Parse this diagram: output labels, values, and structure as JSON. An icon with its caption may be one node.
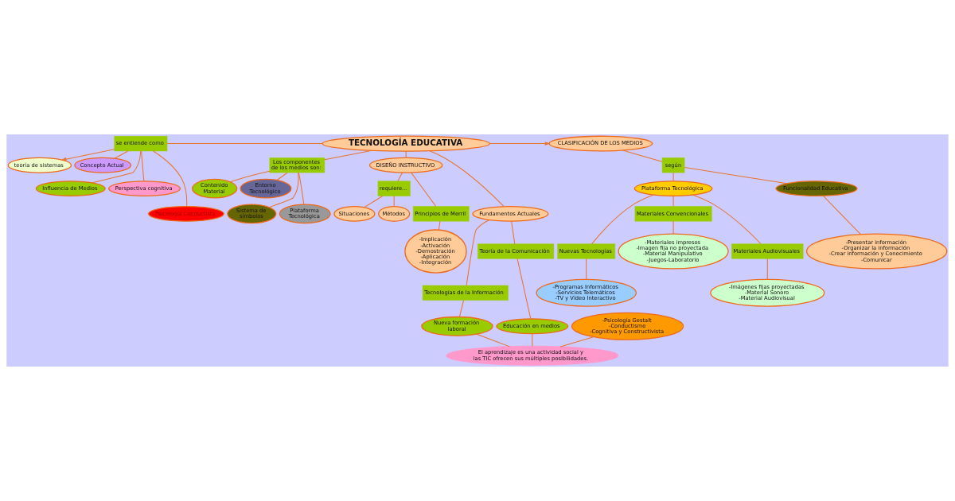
{
  "diagram": {
    "nodes": [
      {
        "text": [
          "TECNOLOGÍA EDUCATIVA"
        ]
      },
      {
        "text": [
          "se entiende como"
        ]
      },
      {
        "text": [
          "CLASIFICACIÓN DE LOS MEDIOS"
        ]
      },
      {
        "text": [
          "teoría de sistemas"
        ]
      },
      {
        "text": [
          "Concepto Actual"
        ]
      },
      {
        "text": [
          "Influencia de Medios"
        ]
      },
      {
        "text": [
          "Los componentes de los medios son:"
        ]
      },
      {
        "text": [
          "DISEÑO INSTRUCTIVO"
        ]
      },
      {
        "text": [
          "según"
        ]
      },
      {
        "text": [
          "Perspectiva cognitiva"
        ]
      },
      {
        "text": [
          "Plataforma Tecnológica"
        ]
      },
      {
        "text": [
          "Funcionalidad Educativa"
        ]
      },
      {
        "text": [
          "Materiales Convencionales"
        ]
      },
      {
        "text": [
          "Contenido Material"
        ]
      },
      {
        "text": [
          "Entorno Tecnológico"
        ]
      },
      {
        "text": [
          "Psicología Conductista"
        ]
      },
      {
        "text": [
          "Sistema de símbolos"
        ]
      },
      {
        "text": [
          "Plataforma Tecnológica"
        ]
      },
      {
        "text": [
          "requiere..."
        ]
      },
      {
        "text": [
          "-Materiales impresos -Imagen fija no proyectada -Material Manipulativo -Juegos-Laboratorio"
        ]
      },
      {
        "text": [
          "Materiales Audiovisuales"
        ]
      },
      {
        "text": [
          "Nuevas Tecnologías"
        ]
      },
      {
        "text": [
          "-Presentar información -Organizar la información -Crear información y Conocimiento -Comunicar"
        ]
      },
      {
        "text": [
          "Fundamentos Actuales"
        ]
      },
      {
        "text": [
          "Métodos"
        ]
      },
      {
        "text": [
          "Situaciones"
        ]
      },
      {
        "text": [
          "-Programas Informáticos -Servicios Telemáticos -TV y Vídeo Interactivo"
        ]
      },
      {
        "text": [
          "Principios de Merril"
        ]
      },
      {
        "text": [
          "-Imágenes fijas proyectadas -Material Sonoro -Material Audiovisual"
        ]
      },
      {
        "text": [
          "Teoría de la Comunicación"
        ]
      },
      {
        "text": [
          "-Implicación -Activación -Demostración -Aplicación -Integración"
        ]
      },
      {
        "text": [
          "Tecnologías de la Información"
        ]
      },
      {
        "text": [
          "Educación en medios"
        ]
      },
      {
        "text": [
          "-Psicología Gestalt -Conductismo -Cognitiva y Constructivista"
        ]
      },
      {
        "text": [
          "Nueva formación laboral"
        ]
      },
      {
        "text": [
          "El aprendizaje es una actividad social y las TIC ofrecen sus múltiples posibilidades."
        ]
      }
    ],
    "edges": [
      {
        "from": 1,
        "to": 0,
        "arrow": "none"
      },
      {
        "from": 1,
        "to": 3,
        "arrow": "to"
      },
      {
        "from": 1,
        "to": 5,
        "arrow": "none"
      },
      {
        "from": 1,
        "to": 15,
        "arrow": "none"
      },
      {
        "from": 1,
        "to": 9,
        "arrow": "none"
      },
      {
        "from": 1,
        "to": 4,
        "arrow": "none"
      },
      {
        "from": 0,
        "to": 2,
        "arrow": "to"
      },
      {
        "from": 0,
        "to": 23,
        "arrow": "none"
      },
      {
        "from": 0,
        "to": 6,
        "arrow": "none"
      },
      {
        "from": 0,
        "to": 7,
        "arrow": "none"
      },
      {
        "from": 6,
        "to": 13,
        "arrow": "none"
      },
      {
        "from": 6,
        "to": 16,
        "arrow": "none"
      },
      {
        "from": 6,
        "to": 17,
        "arrow": "none"
      },
      {
        "from": 6,
        "to": 14,
        "arrow": "none"
      },
      {
        "from": 7,
        "to": 18,
        "arrow": "none"
      },
      {
        "from": 7,
        "to": 27,
        "arrow": "none"
      },
      {
        "from": 18,
        "to": 24,
        "arrow": "none"
      },
      {
        "from": 18,
        "to": 25,
        "arrow": "none"
      },
      {
        "from": 27,
        "to": 30,
        "arrow": "none"
      },
      {
        "from": 2,
        "to": 8,
        "arrow": "none"
      },
      {
        "from": 8,
        "to": 10,
        "arrow": "none"
      },
      {
        "from": 8,
        "to": 11,
        "arrow": "none"
      },
      {
        "from": 10,
        "to": 12,
        "arrow": "none"
      },
      {
        "from": 12,
        "to": 19,
        "arrow": "none"
      },
      {
        "from": 10,
        "to": 20,
        "arrow": "none"
      },
      {
        "from": 20,
        "to": 28,
        "arrow": "none"
      },
      {
        "from": 10,
        "to": 21,
        "arrow": "none"
      },
      {
        "from": 21,
        "to": 26,
        "arrow": "none"
      },
      {
        "from": 11,
        "to": 22,
        "arrow": "none"
      },
      {
        "from": 23,
        "to": 29,
        "arrow": "none"
      },
      {
        "from": 29,
        "to": 32,
        "arrow": "none"
      },
      {
        "from": 23,
        "to": 31,
        "arrow": "none"
      },
      {
        "from": 31,
        "to": 34,
        "arrow": "none"
      },
      {
        "from": 32,
        "to": 35,
        "arrow": "none"
      },
      {
        "from": 33,
        "to": 35,
        "arrow": "none"
      },
      {
        "from": 34,
        "to": 35,
        "arrow": "none"
      }
    ]
  }
}
